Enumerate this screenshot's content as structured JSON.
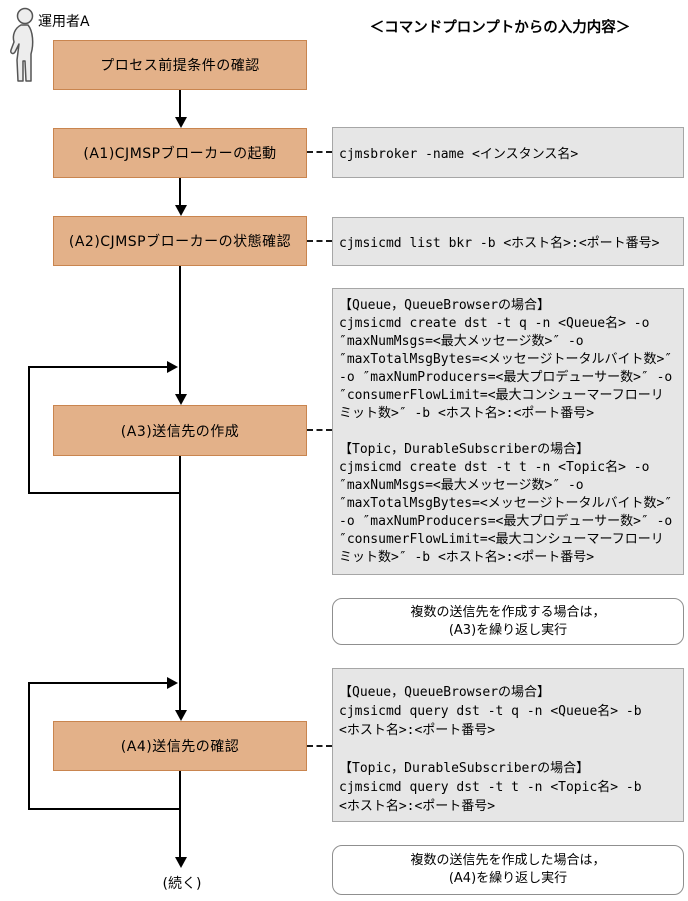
{
  "diagram": {
    "operator": "運用者A",
    "title": "＜コマンドプロンプトからの入力内容＞",
    "continue_label": "(続く)"
  },
  "steps": {
    "premise": "プロセス前提条件の確認",
    "a1": "(A1)CJMSPブローカーの起動",
    "a2": "(A2)CJMSPブローカーの状態確認",
    "a3": "(A3)送信先の作成",
    "a4": "(A4)送信先の確認"
  },
  "commands": {
    "a1": "cjmsbroker -name <インスタンス名>",
    "a2": "cjmsicmd list bkr -b <ホスト名>:<ポート番号>",
    "a3": "【Queue，QueueBrowserの場合】\ncjmsicmd create dst -t q -n <Queue名> -o\n″maxNumMsgs=<最大メッセージ数>″ -o\n″maxTotalMsgBytes=<メッセージトータルバイト数>″\n-o ″maxNumProducers=<最大プロデューサー数>″ -o\n″consumerFlowLimit=<最大コンシューマーフローリ\nミット数>″ -b <ホスト名>:<ポート番号>\n\n【Topic，DurableSubscriberの場合】\ncjmsicmd create dst -t t -n <Topic名> -o\n″maxNumMsgs=<最大メッセージ数>″ -o\n″maxTotalMsgBytes=<メッセージトータルバイト数>″\n-o ″maxNumProducers=<最大プロデューサー数>″ -o\n″consumerFlowLimit=<最大コンシューマーフローリ\nミット数>″ -b <ホスト名>:<ポート番号>",
    "a4": "【Queue，QueueBrowserの場合】\ncjmsicmd query dst -t q -n <Queue名> -b\n<ホスト名>:<ポート番号>\n\n【Topic，DurableSubscriberの場合】\ncjmsicmd query dst -t t -n <Topic名> -b\n<ホスト名>:<ポート番号>"
  },
  "notes": {
    "a3": "複数の送信先を作成する場合は，\n(A3)を繰り返し実行",
    "a4": "複数の送信先を作成した場合は，\n(A4)を繰り返し実行"
  },
  "colors": {
    "process_fill": "#E3B189",
    "process_border": "#C9854F",
    "command_fill": "#E6E6E6",
    "command_border": "#A6A6A6",
    "note_border": "#8F8F8F",
    "line": "#000000"
  }
}
